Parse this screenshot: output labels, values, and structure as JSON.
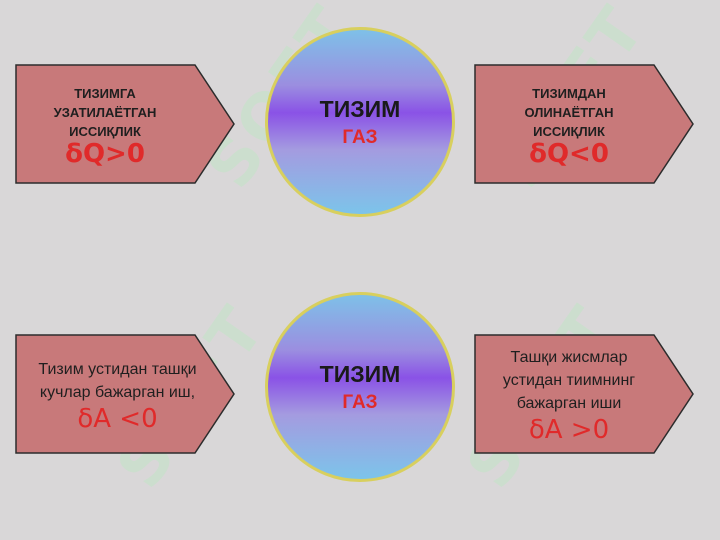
{
  "colors": {
    "background": "#d9d7d8",
    "arrow_fill": "#c8797a",
    "arrow_stroke": "#2c2c2c",
    "formula": "#e02a2a",
    "circle_border": "#d8cf5e",
    "watermark": "#c2e4c6"
  },
  "watermark_text": "SOFT",
  "top": {
    "left_arrow": {
      "lines": [
        "ТИЗИМГА",
        "УЗАТИЛАЁТГАН",
        "ИССИҚЛИК"
      ],
      "formula": "δQ>0"
    },
    "circle": {
      "title": "ТИЗИМ",
      "subtitle": "ГАЗ"
    },
    "right_arrow": {
      "lines": [
        "ТИЗИМДАН",
        "ОЛИНАЁТГАН",
        "ИССИҚЛИК"
      ],
      "formula": "δQ<0"
    }
  },
  "bottom": {
    "left_arrow": {
      "lines": [
        "Тизим устидан ташқи",
        "кучлар бажарган иш,"
      ],
      "formula": "δA <0"
    },
    "circle": {
      "title": "ТИЗИМ",
      "subtitle": "ГАЗ"
    },
    "right_arrow": {
      "lines": [
        "Ташқи жисмлар",
        "устидан тиимнинг",
        "бажарган иши"
      ],
      "formula": "δA >0"
    }
  }
}
